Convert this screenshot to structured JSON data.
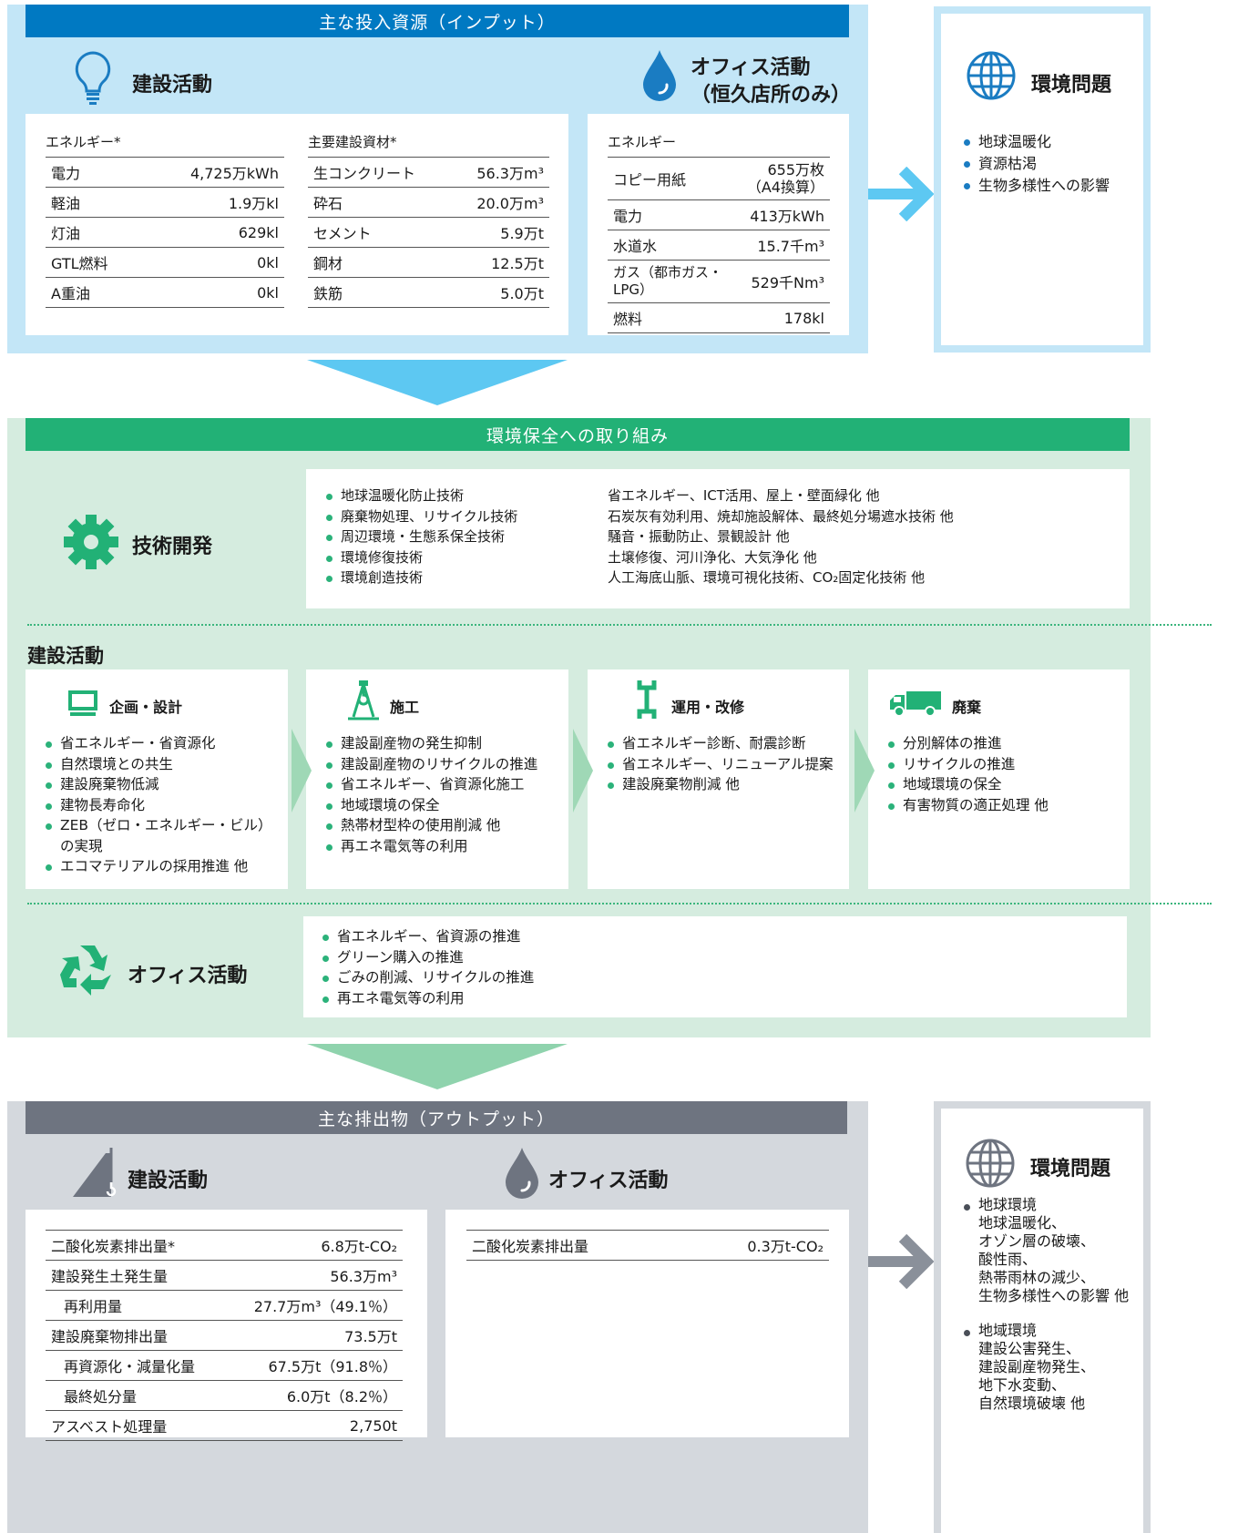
{
  "input": {
    "bar_title": "主な投入資源（インプット）",
    "construction": {
      "heading": "建設活動",
      "energy_caption": "エネルギー*",
      "energy_rows": [
        {
          "label": "電力",
          "value": "4,725万kWh"
        },
        {
          "label": "軽油",
          "value": "1.9万kl"
        },
        {
          "label": "灯油",
          "value": "629kl"
        },
        {
          "label": "GTL燃料",
          "value": "0kl"
        },
        {
          "label": "A重油",
          "value": "0kl"
        }
      ],
      "materials_caption": "主要建設資材*",
      "material_rows": [
        {
          "label": "生コンクリート",
          "value": "56.3万m³"
        },
        {
          "label": "砕石",
          "value": "20.0万m³"
        },
        {
          "label": "セメント",
          "value": "5.9万t"
        },
        {
          "label": "鋼材",
          "value": "12.5万t"
        },
        {
          "label": "鉄筋",
          "value": "5.0万t"
        }
      ]
    },
    "office": {
      "heading_line1": "オフィス活動",
      "heading_line2": "（恒久店所のみ）",
      "energy_caption": "エネルギー",
      "rows": [
        {
          "label": "コピー用紙",
          "value": "655万枚",
          "value2": "（A4換算）"
        },
        {
          "label": "電力",
          "value": "413万kWh",
          "value2": ""
        },
        {
          "label": "水道水",
          "value": "15.7千m³",
          "value2": ""
        },
        {
          "label": "ガス（都市ガス・",
          "label2": "LPG）",
          "value": "529千Nm³",
          "value2": ""
        },
        {
          "label": "燃料",
          "value": "178kl",
          "value2": ""
        }
      ]
    },
    "env_issues": {
      "heading": "環境問題",
      "items": [
        "地球温暖化",
        "資源枯渇",
        "生物多様性への影響"
      ]
    }
  },
  "conservation": {
    "bar_title": "環境保全への取り組み",
    "tech": {
      "heading": "技術開発",
      "items": [
        "地球温暖化防止技術",
        "廃棄物処理、リサイクル技術",
        "周辺環境・生態系保全技術",
        "環境修復技術",
        "環境創造技術"
      ],
      "descs": [
        "省エネルギー、ICT活用、屋上・壁面緑化 他",
        "石炭灰有効利用、焼却施設解体、最終処分場遮水技術 他",
        "騒音・振動防止、景観設計 他",
        "土壌修復、河川浄化、大気浄化 他",
        "人工海底山脈、環境可視化技術、CO₂固定化技術 他"
      ]
    },
    "construction_heading": "建設活動",
    "stages": [
      {
        "title": "企画・設計",
        "items": [
          "省エネルギー・省資源化",
          "自然環境との共生",
          "建設廃棄物低減",
          "建物長寿命化",
          "ZEB（ゼロ・エネルギー・ビル）の実現",
          "エコマテリアルの採用推進 他"
        ]
      },
      {
        "title": "施工",
        "items": [
          "建設副産物の発生抑制",
          "建設副産物のリサイクルの推進",
          "省エネルギー、省資源化施工",
          "地域環境の保全",
          "熱帯材型枠の使用削減 他",
          "再エネ電気等の利用"
        ]
      },
      {
        "title": "運用・改修",
        "items": [
          "省エネルギー診断、耐震診断",
          "省エネルギー、リニューアル提案",
          "建設廃棄物削減 他"
        ]
      },
      {
        "title": "廃棄",
        "items": [
          "分別解体の推進",
          "リサイクルの推進",
          "地域環境の保全",
          "有害物質の適正処理 他"
        ]
      }
    ],
    "office": {
      "heading": "オフィス活動",
      "items": [
        "省エネルギー、省資源の推進",
        "グリーン購入の推進",
        "ごみの削減、リサイクルの推進",
        "再エネ電気等の利用"
      ]
    }
  },
  "output": {
    "bar_title": "主な排出物（アウトプット）",
    "construction": {
      "heading": "建設活動",
      "rows": [
        {
          "label": "二酸化炭素排出量*",
          "value": "6.8万t-CO₂",
          "indent": false
        },
        {
          "label": "建設発生土発生量",
          "value": "56.3万m³",
          "indent": false
        },
        {
          "label": "再利用量",
          "value": "27.7万m³（49.1％）",
          "indent": true
        },
        {
          "label": "建設廃棄物排出量",
          "value": "73.5万t",
          "indent": false
        },
        {
          "label": "再資源化・減量化量",
          "value": "67.5万t（91.8％）",
          "indent": true
        },
        {
          "label": "最終処分量",
          "value": "6.0万t（8.2％）",
          "indent": true
        },
        {
          "label": "アスベスト処理量",
          "value": "2,750t",
          "indent": false
        }
      ]
    },
    "office": {
      "heading": "オフィス活動",
      "rows": [
        {
          "label": "二酸化炭素排出量",
          "value": "0.3万t-CO₂"
        }
      ]
    },
    "env_issues": {
      "heading": "環境問題",
      "groups": [
        {
          "title": "地球環境",
          "lines": [
            "地球温暖化、",
            "オゾン層の破壊、",
            "酸性雨、",
            "熱帯雨林の減少、",
            "生物多様性への影響 他"
          ]
        },
        {
          "title": "地域環境",
          "lines": [
            "建設公害発生、",
            "建設副産物発生、",
            "地下水変動、",
            "自然環境破壊 他"
          ]
        }
      ]
    }
  },
  "colors": {
    "input_bar": "#0079c2",
    "conservation_bar": "#22b176",
    "output_bar": "#6e7480",
    "input_bg": "#c3e6f7",
    "conservation_bg": "#d5ecdf",
    "output_bg": "#d4d8dd"
  },
  "icons": [
    "lightbulb-icon",
    "water-drop-icon",
    "globe-icon",
    "gear-icon",
    "monitor-icon",
    "crane-hook-icon",
    "wrench-icon",
    "truck-icon",
    "recycle-icon",
    "pile-driver-icon",
    "right-arrow-icon"
  ]
}
